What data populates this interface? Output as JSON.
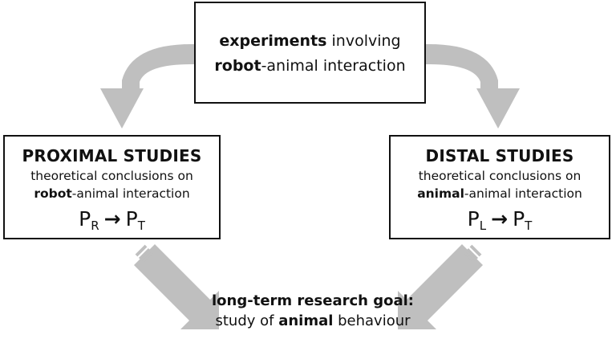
{
  "top_box": {
    "line1_bold": "experiments",
    "line1_rest": " involving",
    "line2_bold": "robot",
    "line2_rest": "-animal interaction"
  },
  "left_box": {
    "heading": "PROXIMAL STUDIES",
    "line1": "theoretical conclusions on",
    "line2_bold": "robot",
    "line2_rest": "-animal interaction",
    "formula": {
      "from_base": "P",
      "from_sub": "R",
      "arrow": "→",
      "to_base": "P",
      "to_sub": "T"
    }
  },
  "right_box": {
    "heading": "DISTAL STUDIES",
    "line1": "theoretical conclusions on",
    "line2_bold": "animal",
    "line2_rest": "-animal interaction",
    "formula": {
      "from_base": "P",
      "from_sub": "L",
      "arrow": "→",
      "to_base": "P",
      "to_sub": "T"
    }
  },
  "goal": {
    "line1": "long-term research goal:",
    "line2_pre": "study of ",
    "line2_bold": "animal",
    "line2_post": " behaviour"
  },
  "colors": {
    "arrow_fill": "#bfbfbf",
    "border": "#111111"
  }
}
